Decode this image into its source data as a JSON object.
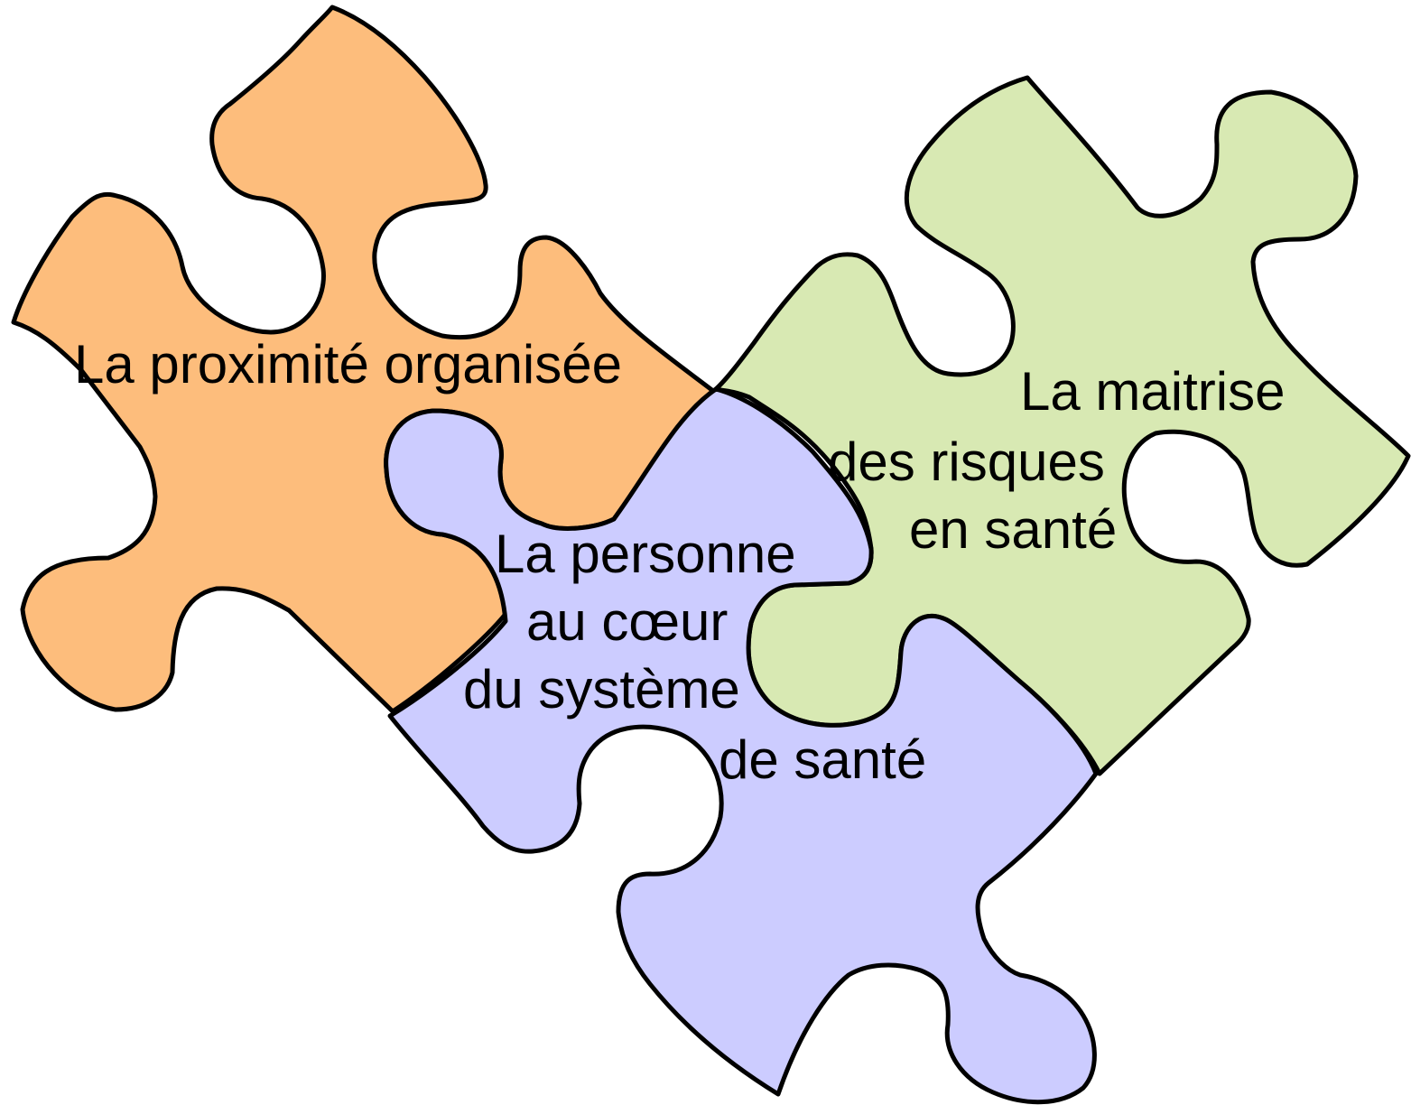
{
  "colors": {
    "orange": "#fdbd7c",
    "green": "#d8e9b3",
    "purple": "#ccccff",
    "outline": "#000000",
    "text": "#000000"
  },
  "pieces": {
    "orange": {
      "line1": "La proximité organisée"
    },
    "green": {
      "line1": "La maitrise",
      "line2": "des risques",
      "line3": "en santé"
    },
    "purple": {
      "line1": "La personne",
      "line2": "au cœur",
      "line3": "du système",
      "line4": "de santé"
    }
  }
}
